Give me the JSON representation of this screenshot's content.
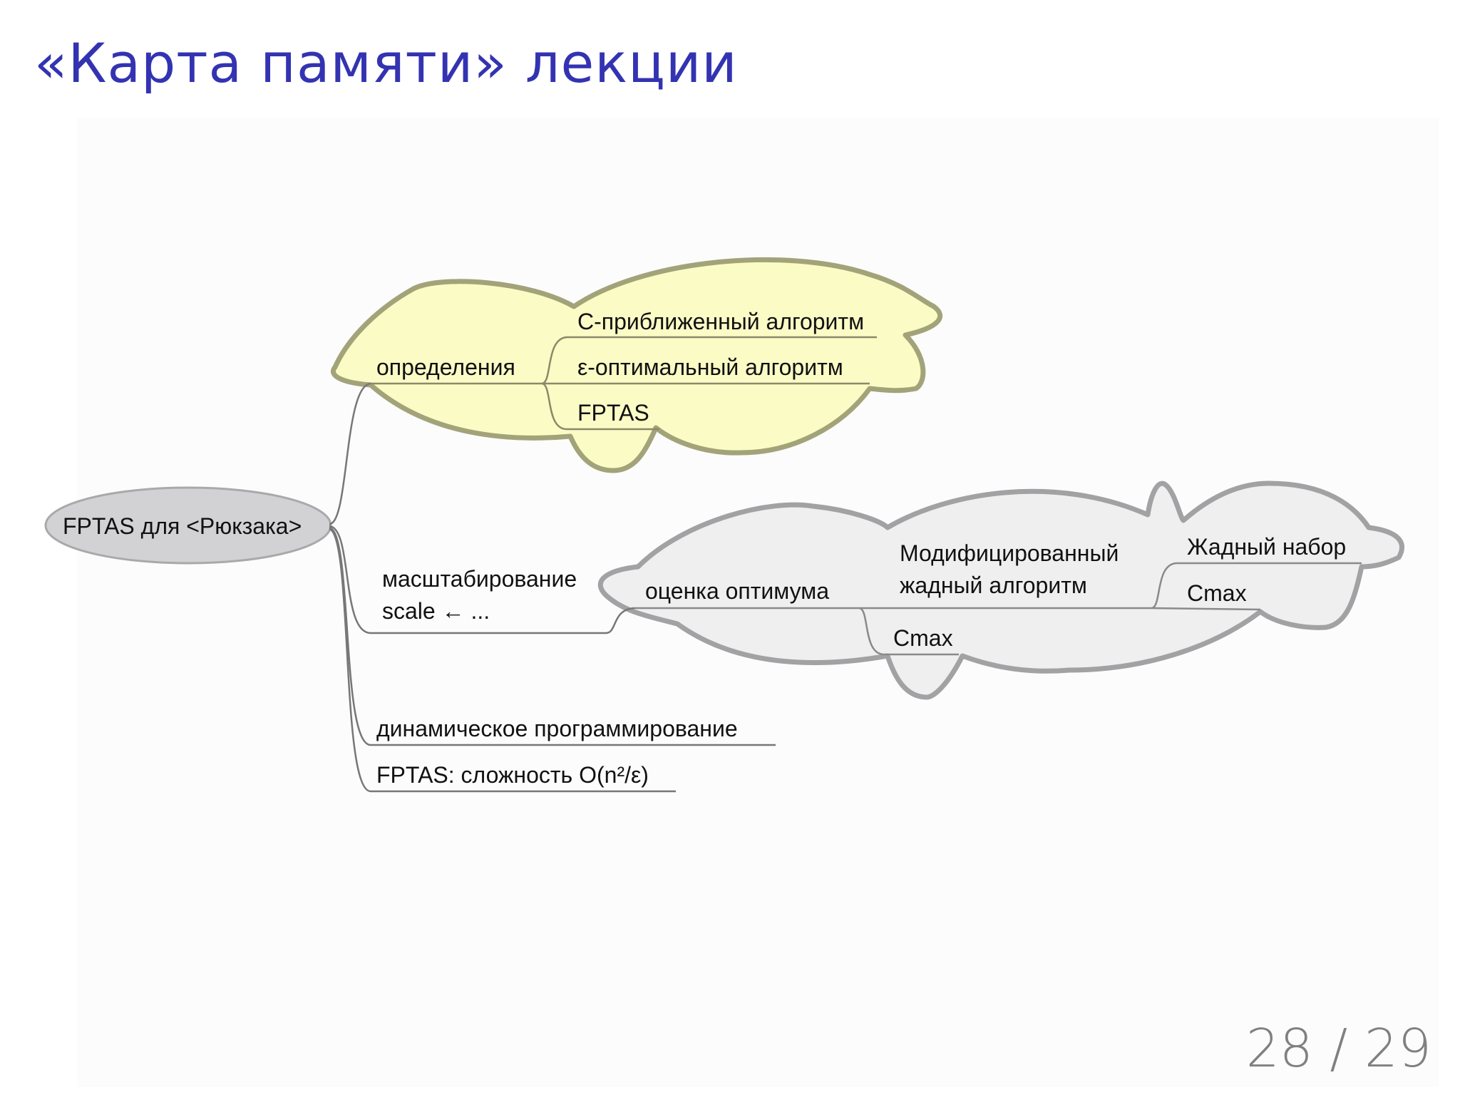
{
  "slide": {
    "title": "«Карта памяти» лекции",
    "page_number": "28 / 29"
  },
  "mindmap": {
    "root": "FPTAS для <Рюкзака>",
    "definitions": {
      "label": "определения",
      "children": [
        "C-приближенный алгоритм",
        "ε-оптимальный алгоритм",
        "FPTAS"
      ]
    },
    "scaling": {
      "line1": "масштабирование",
      "line2": "scale ← ...",
      "estimate": {
        "label": "оценка оптимума",
        "greedy": {
          "line1": "Модифицированный",
          "line2": "жадный алгоритм",
          "children": [
            "Жадный набор",
            "Cmax"
          ]
        },
        "cmax": "Cmax"
      }
    },
    "dynamic_programming": "динамическое программирование",
    "complexity": "FPTAS: сложность O(n²/ε)"
  },
  "colors": {
    "title": "#3333b2",
    "definitions_cloud_fill": "#fbfbc6",
    "definitions_cloud_stroke": "#a3a37a",
    "scaling_cloud_fill": "#efeff0",
    "scaling_cloud_stroke": "#a2a2a4",
    "root_fill": "#d2d2d4",
    "connector": "#777777"
  }
}
